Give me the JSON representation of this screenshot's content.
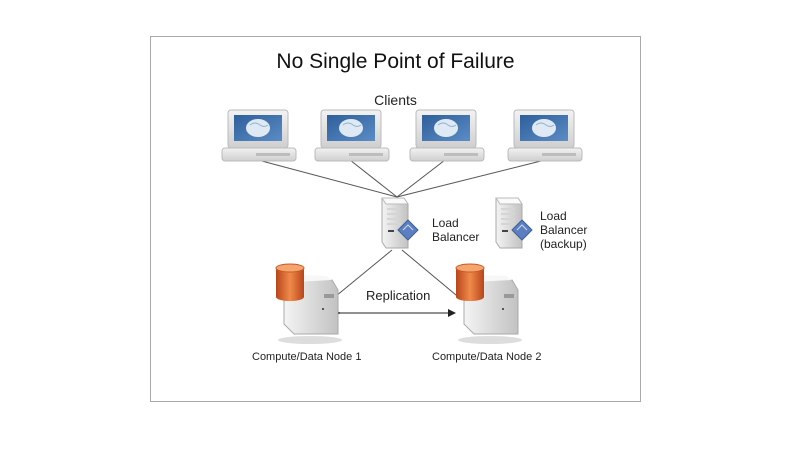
{
  "diagram": {
    "title": "No Single Point of Failure",
    "clients_label": "Clients",
    "clients": [
      {
        "id": "client-1",
        "icon": "laptop-globe-icon"
      },
      {
        "id": "client-2",
        "icon": "laptop-globe-icon"
      },
      {
        "id": "client-3",
        "icon": "laptop-globe-icon"
      },
      {
        "id": "client-4",
        "icon": "laptop-globe-icon"
      }
    ],
    "load_balancer": {
      "label_line1": "Load",
      "label_line2": "Balancer",
      "icon": "server-icon"
    },
    "load_balancer_backup": {
      "label_line1": "Load",
      "label_line2": "Balancer",
      "label_line3": "(backup)",
      "icon": "server-icon"
    },
    "nodes": [
      {
        "label": "Compute/Data Node 1",
        "icon": "database-server-icon"
      },
      {
        "label": "Compute/Data Node 2",
        "icon": "database-server-icon"
      }
    ],
    "replication_label": "Replication",
    "colors": {
      "frame": "#a9a9a9",
      "screen": "#3f6fa8",
      "database": "#d9652b",
      "server": "#e6e6e6",
      "diamond": "#5b7fc0",
      "line": "#555555"
    }
  }
}
